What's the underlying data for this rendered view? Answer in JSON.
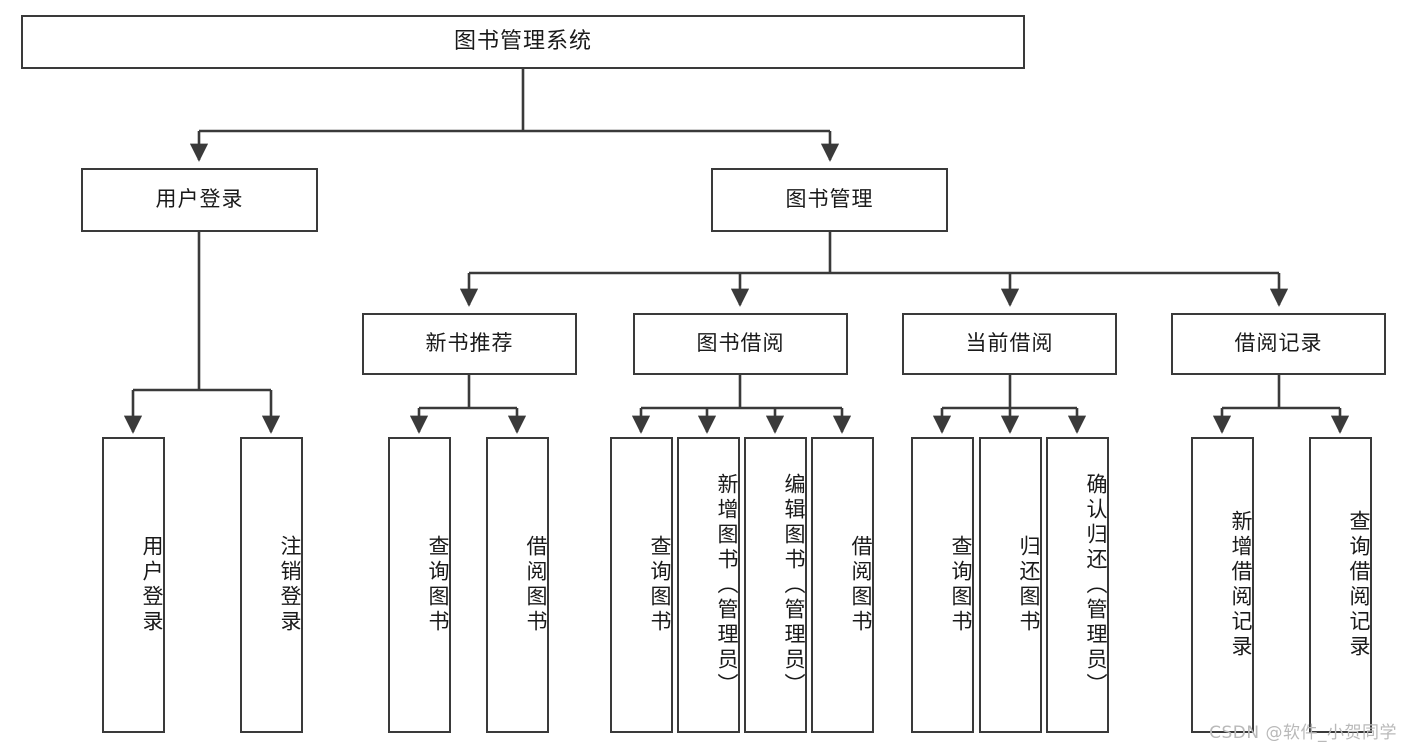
{
  "diagram": {
    "type": "tree",
    "title": "图书管理系统",
    "orientation": "top-down",
    "line_color": "#3a3a3a",
    "box_fill": "#ffffff",
    "text_color": "#1a1a1a"
  },
  "watermark": {
    "text": "CSDN @软件_小贺同学",
    "color": "#b9b9b9"
  },
  "nodes": {
    "root": {
      "label": "图书管理系统"
    },
    "l2": [
      {
        "label": "用户登录"
      },
      {
        "label": "图书管理"
      }
    ],
    "l3": [
      {
        "label": "新书推荐"
      },
      {
        "label": "图书借阅"
      },
      {
        "label": "当前借阅"
      },
      {
        "label": "借阅记录"
      }
    ],
    "leaves": {
      "user_login": [
        {
          "label": "用户登录"
        },
        {
          "label": "注销登录"
        }
      ],
      "new_book": [
        {
          "label": "查询图书"
        },
        {
          "label": "借阅图书"
        }
      ],
      "book_borrow": [
        {
          "label": "查询图书"
        },
        {
          "label": "新增图书（管理员）"
        },
        {
          "label": "编辑图书（管理员）"
        },
        {
          "label": "借阅图书"
        }
      ],
      "current_borrow": [
        {
          "label": "查询图书"
        },
        {
          "label": "归还图书"
        },
        {
          "label": "确认归还（管理员）"
        }
      ],
      "borrow_record": [
        {
          "label": "新增借阅记录"
        },
        {
          "label": "查询借阅记录"
        }
      ]
    }
  }
}
